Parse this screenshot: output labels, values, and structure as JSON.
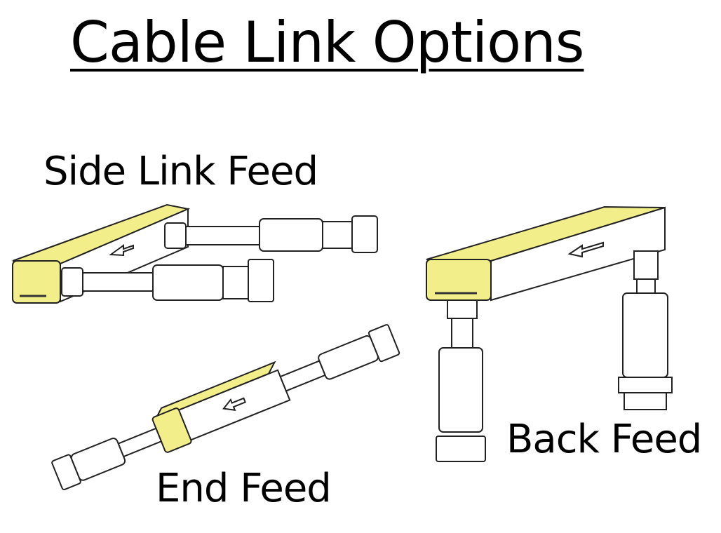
{
  "title": "Cable Link Options",
  "labels": {
    "side_link_feed": "Side Link Feed",
    "back_feed": "Back Feed",
    "end_feed": "End Feed"
  },
  "colors": {
    "housing_yellow": "#f2ef8a",
    "outline": "#222222"
  }
}
